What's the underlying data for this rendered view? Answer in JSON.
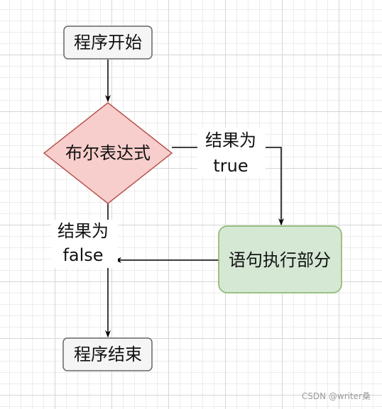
{
  "nodes": {
    "start": "程序开始",
    "condition": "布尔表达式",
    "action": "语句执行部分",
    "end": "程序结束"
  },
  "edges": {
    "true_label_line1": "结果为",
    "true_label_line2": "true",
    "false_label_line1": "结果为",
    "false_label_line2": "false"
  },
  "colors": {
    "start_end_fill": "#f5f5f5",
    "start_end_stroke": "#666666",
    "condition_fill": "#f8cecc",
    "condition_stroke": "#b85450",
    "action_fill": "#d5e8d4",
    "action_stroke": "#82b366",
    "edge_stroke": "#000000"
  },
  "watermark": "CSDN @writer桑"
}
